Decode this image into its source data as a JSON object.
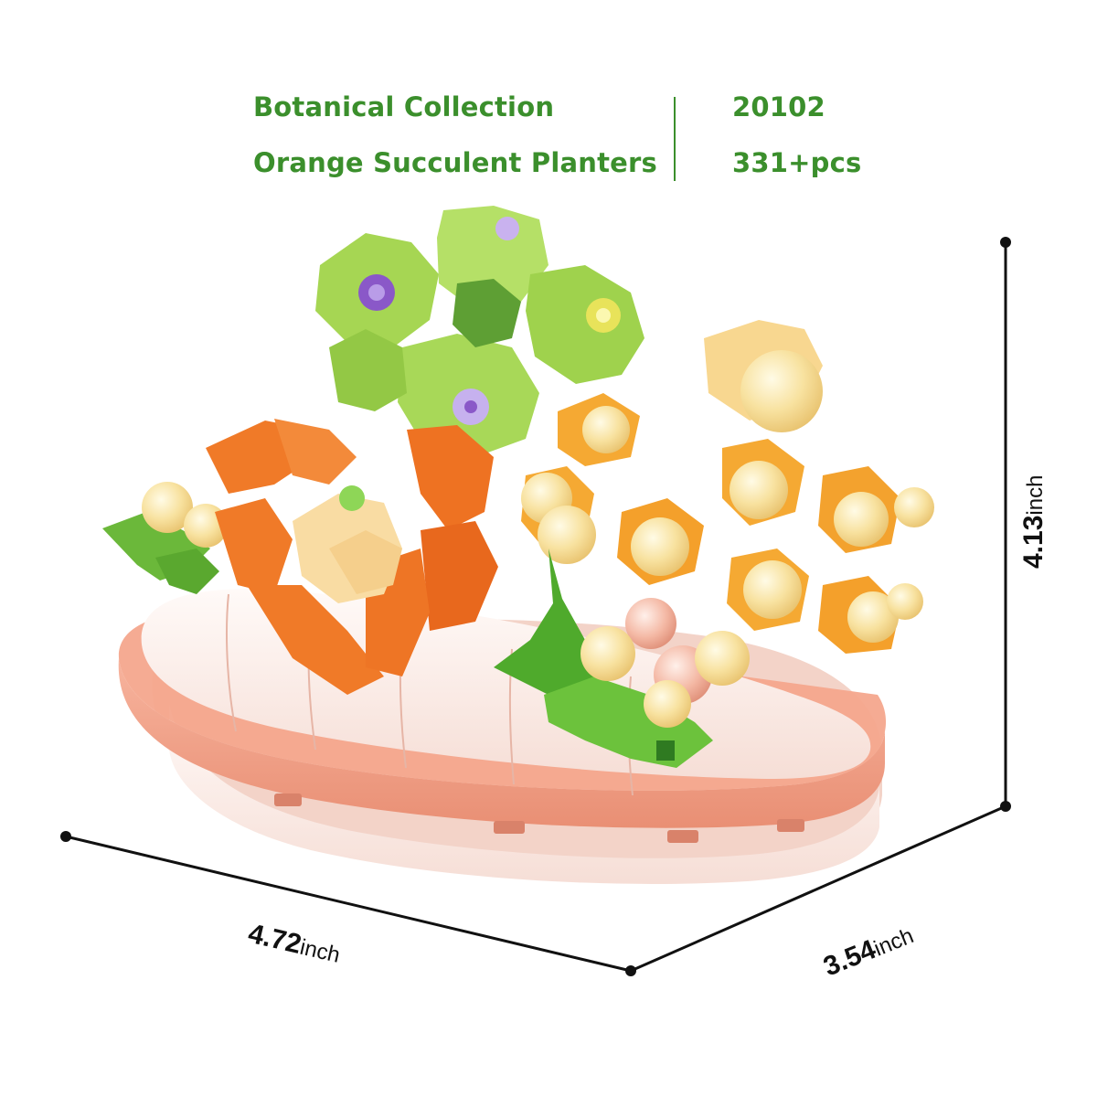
{
  "header": {
    "series": "Botanical Collection",
    "product_name": "Orange Succulent Planters",
    "item_number": "20102",
    "piece_count": "331+pcs"
  },
  "dimensions": {
    "width": {
      "value": "4.72",
      "unit": "inch"
    },
    "depth": {
      "value": "3.54",
      "unit": "inch"
    },
    "height": {
      "value": "4.13",
      "unit": "inch"
    }
  },
  "colors": {
    "title_text": "#3b8f2c",
    "dimension_lines": "#111111",
    "planter_pink": "#f2a58c",
    "planter_cream": "#fbeae4",
    "succulent_orange": "#f07a28",
    "succulent_green": "#a6d653",
    "berry_yellow": "#f8e2a0",
    "bud_orange": "#f5a933"
  }
}
